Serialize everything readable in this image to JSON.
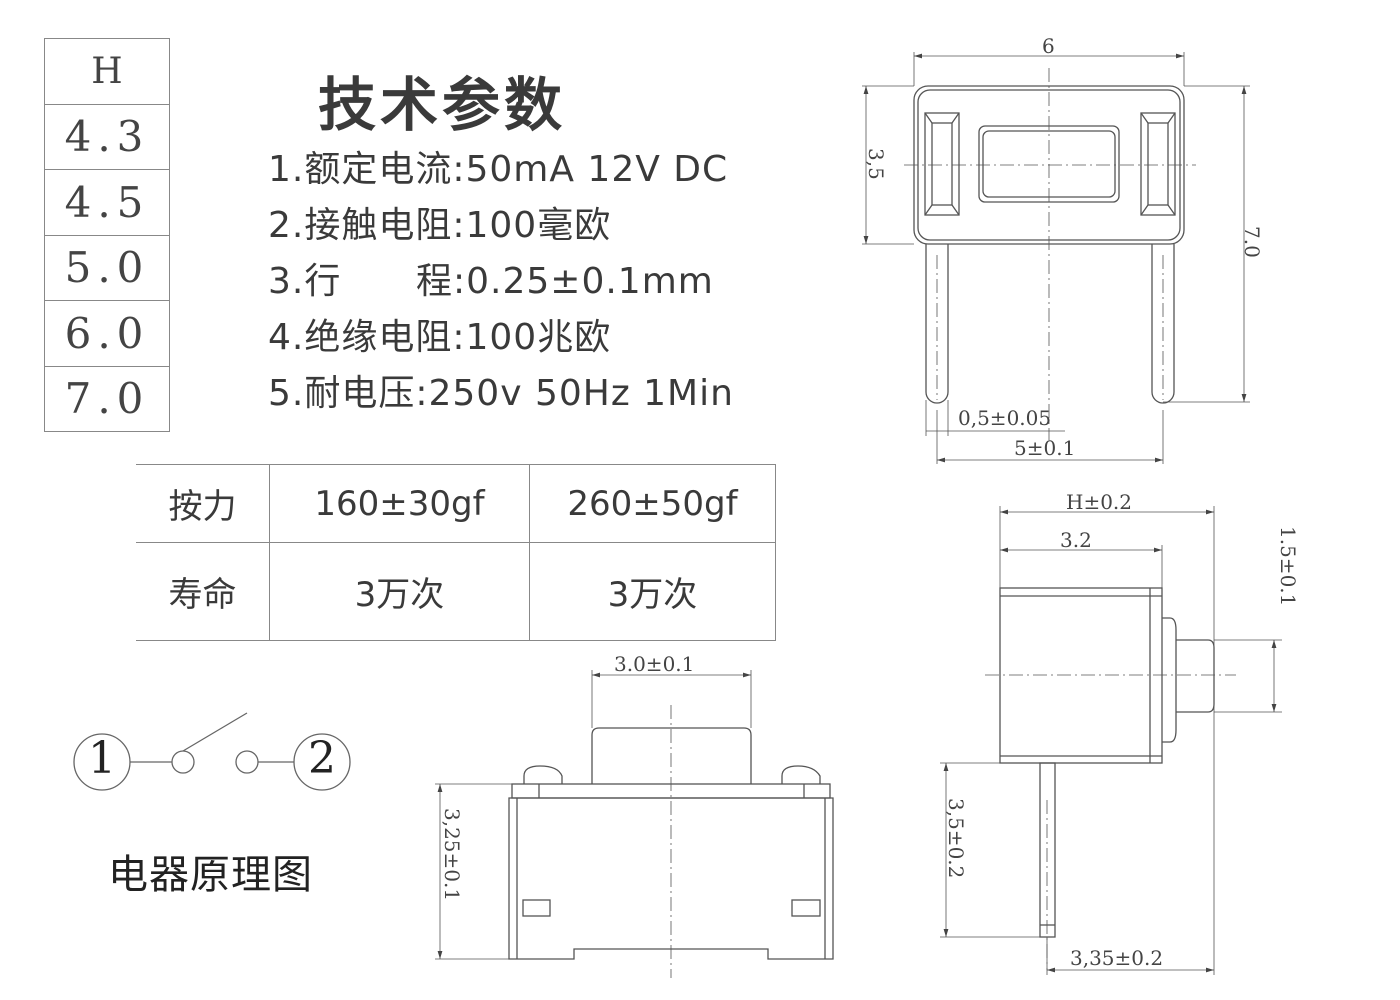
{
  "height_table": {
    "header": "H",
    "values": [
      "4.3",
      "4.5",
      "5.0",
      "6.0",
      "7.0"
    ]
  },
  "specs": {
    "title": "技术参数",
    "items": [
      "1.额定电流:50mA 12V DC",
      "2.接触电阻:100毫欧",
      "3.行      程:0.25±0.1mm",
      "4.绝缘电阻:100兆欧",
      "5.耐电压:250v 50Hz 1Min"
    ]
  },
  "force_table": {
    "rows": [
      {
        "label": "按力",
        "values": [
          "160±30gf",
          "260±50gf"
        ]
      },
      {
        "label": "寿命",
        "values": [
          "3万次",
          "3万次"
        ]
      }
    ]
  },
  "schematic": {
    "terminal_1": "1",
    "terminal_2": "2",
    "caption": "电器原理图"
  },
  "top_view": {
    "width_label": "6",
    "body_height_label": "3,5",
    "total_height_label": "7.0",
    "pin_width_label": "0,5±0.05",
    "pin_pitch_label": "5±0.1"
  },
  "side_view": {
    "overall_label": "H±0.2",
    "body_label": "3.2",
    "button_label": "1.5±0.1",
    "pin_length_label": "3,5±0.2",
    "pin_offset_label": "3,35±0.2"
  },
  "front_view": {
    "button_width_label": "3.0±0.1",
    "body_height_label": "3,25±0.1"
  }
}
